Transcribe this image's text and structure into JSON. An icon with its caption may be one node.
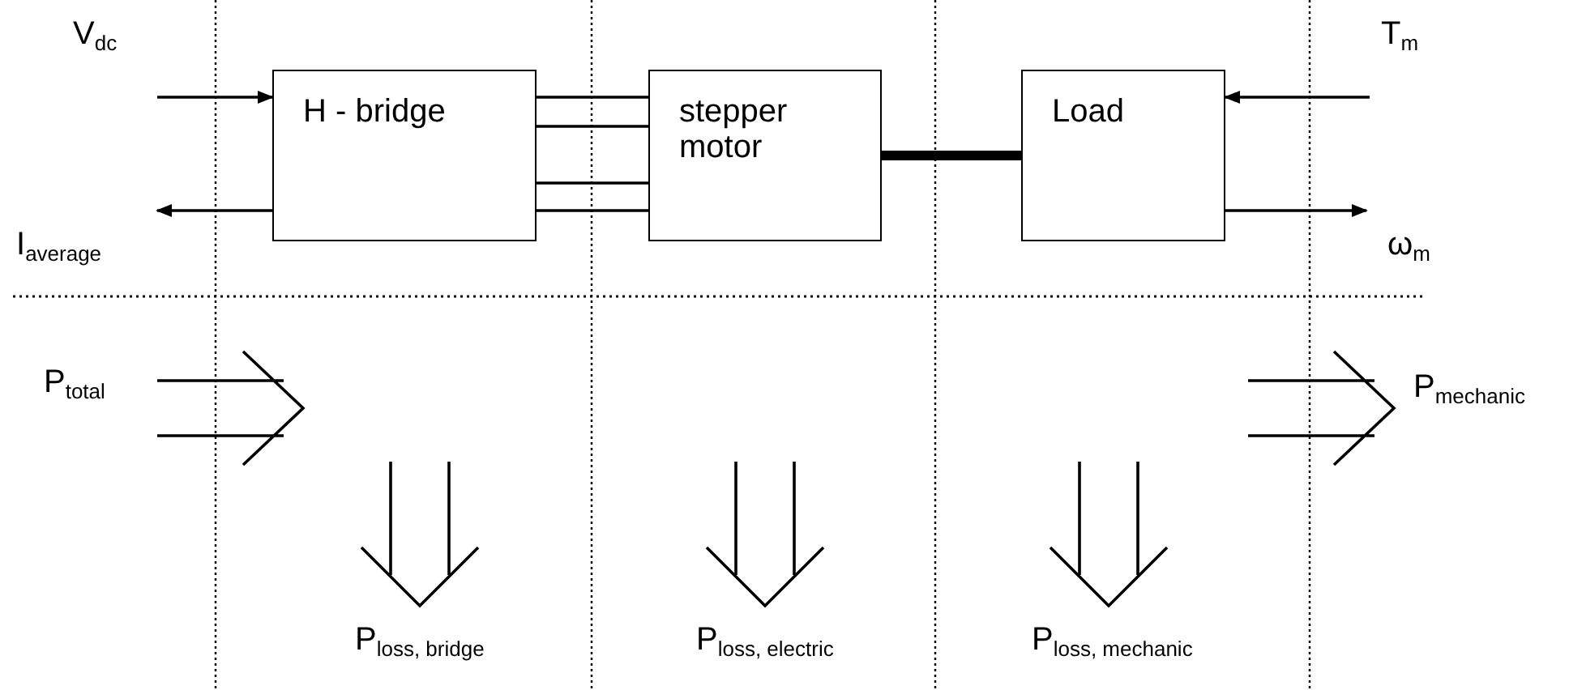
{
  "diagram": {
    "nodes": [
      {
        "text": [
          "V$_{dc}$"
        ]
      },
      {
        "text": [
          "H - bridge"
        ]
      },
      {
        "text": [
          "stepper motor"
        ]
      },
      {
        "text": [
          "Load"
        ]
      },
      {
        "text": [
          "T$_{m}$"
        ]
      },
      {
        "text": [
          "I$_{average}$"
        ]
      },
      {
        "text": [
          "ω$_{m}$"
        ]
      }
    ],
    "edges": [
      {
        "from": 0,
        "to": 1,
        "arrow": "to"
      },
      {
        "from": 1,
        "to": 5,
        "arrow": "to"
      },
      {
        "from": 1,
        "to": 2,
        "arrow": "none"
      },
      {
        "from": 1,
        "to": 2,
        "arrow": "none"
      },
      {
        "from": 1,
        "to": 2,
        "arrow": "none"
      },
      {
        "from": 1,
        "to": 2,
        "arrow": "none"
      },
      {
        "from": 2,
        "to": 3,
        "arrow": "none",
        "style": "thick"
      },
      {
        "from": 4,
        "to": 3,
        "arrow": "to"
      },
      {
        "from": 3,
        "to": 6,
        "arrow": "to"
      }
    ],
    "labels": [
      "P$_{total}$",
      "P$_{mechanic}$",
      "P$_{loss, bridge}$",
      "P$_{loss, electric}$",
      "P$_{loss, mechanic}$"
    ]
  }
}
